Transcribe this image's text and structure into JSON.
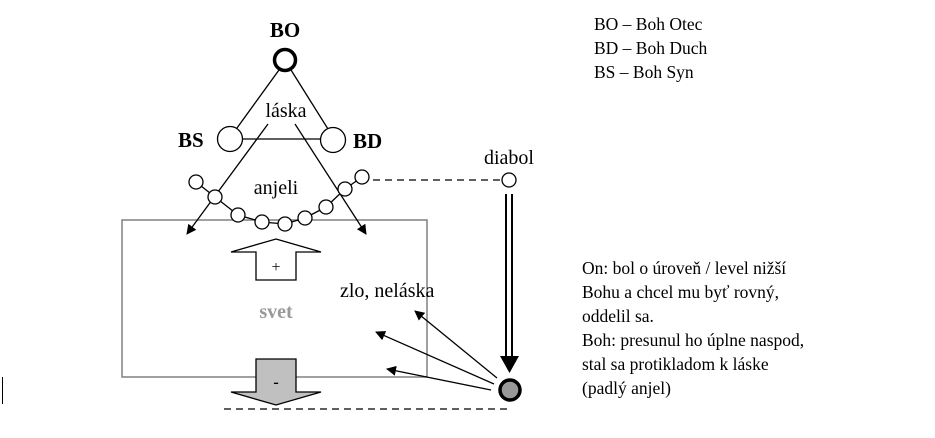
{
  "diagram": {
    "nodes": {
      "bo": "BO",
      "bs": "BS",
      "bd": "BD",
      "diabol": "diabol"
    },
    "labels": {
      "laska": "láska",
      "anjeli": "anjeli",
      "svet": "svet",
      "zlo": "zlo, neláska",
      "plus": "+",
      "minus": "-"
    },
    "colors": {
      "stroke": "#000000",
      "box": "#808080",
      "svet_text": "#999999",
      "down_arrow_fill": "#c0c0c0",
      "fallen_fill": "#999999"
    }
  },
  "legend": {
    "items": [
      "BO – Boh Otec",
      "BD – Boh Duch",
      "BS – Boh Syn"
    ]
  },
  "note": {
    "lines": [
      "On: bol o úroveň / level nižší",
      "Bohu a chcel mu byť rovný,",
      "oddelil sa.",
      "Boh: presunul ho úplne naspod,",
      "stal sa protikladom k láske",
      "(padlý anjel)"
    ]
  }
}
